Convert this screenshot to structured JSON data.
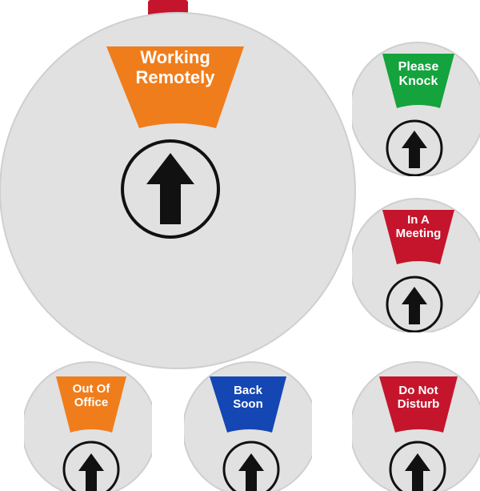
{
  "main_sign": {
    "line1": "Working",
    "line2": "Remotely",
    "color": "#f07d1c"
  },
  "small_signs": [
    {
      "line1": "Please",
      "line2": "Knock",
      "color": "#14a33c"
    },
    {
      "line1": "In A",
      "line2": "Meeting",
      "color": "#c4152c"
    },
    {
      "line1": "Out Of",
      "line2": "Office",
      "color": "#f07d1c"
    },
    {
      "line1": "Back",
      "line2": "Soon",
      "color": "#1446b4"
    },
    {
      "line1": "Do Not",
      "line2": "Disturb",
      "color": "#c4152c"
    }
  ],
  "colors": {
    "disc": "#e1e1e1",
    "disc_edge": "#cfcfcf",
    "tab": "#c4152c",
    "arrow": "#111111"
  },
  "icons": [
    "arrow-up-icon"
  ]
}
